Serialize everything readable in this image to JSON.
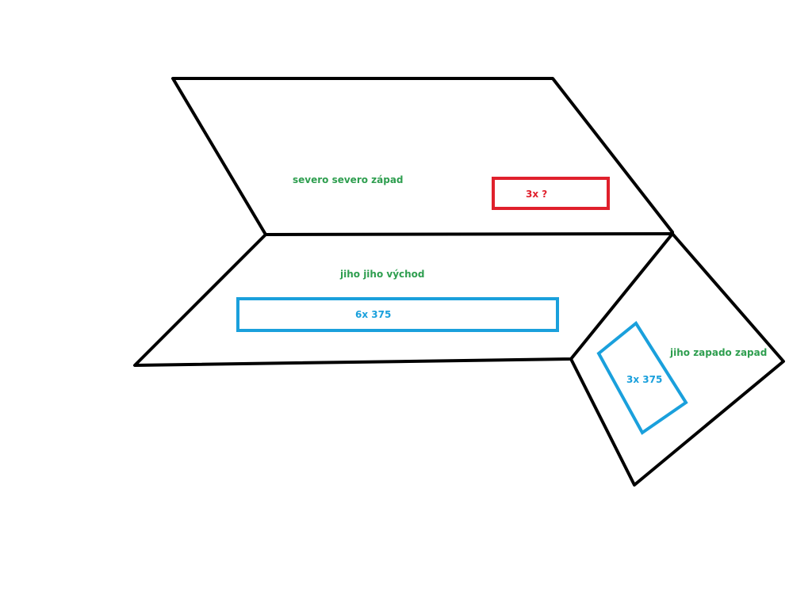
{
  "colors": {
    "background": "#ffffff",
    "outline": "#000000",
    "region_label": "#2e9e4f",
    "unknown_panel": "#e0202c",
    "known_panel": "#1aa0dc"
  },
  "regions": [
    {
      "id": "ssz",
      "label": "severo severo západ",
      "panel": {
        "text": "3x ?",
        "type": "unknown"
      }
    },
    {
      "id": "jjv",
      "label": "jiho jiho východ",
      "panel": {
        "text": "6x 375",
        "type": "known"
      }
    },
    {
      "id": "jzz",
      "label": "jiho zapado zapad",
      "panel": {
        "text": "3x 375",
        "type": "known"
      }
    }
  ]
}
